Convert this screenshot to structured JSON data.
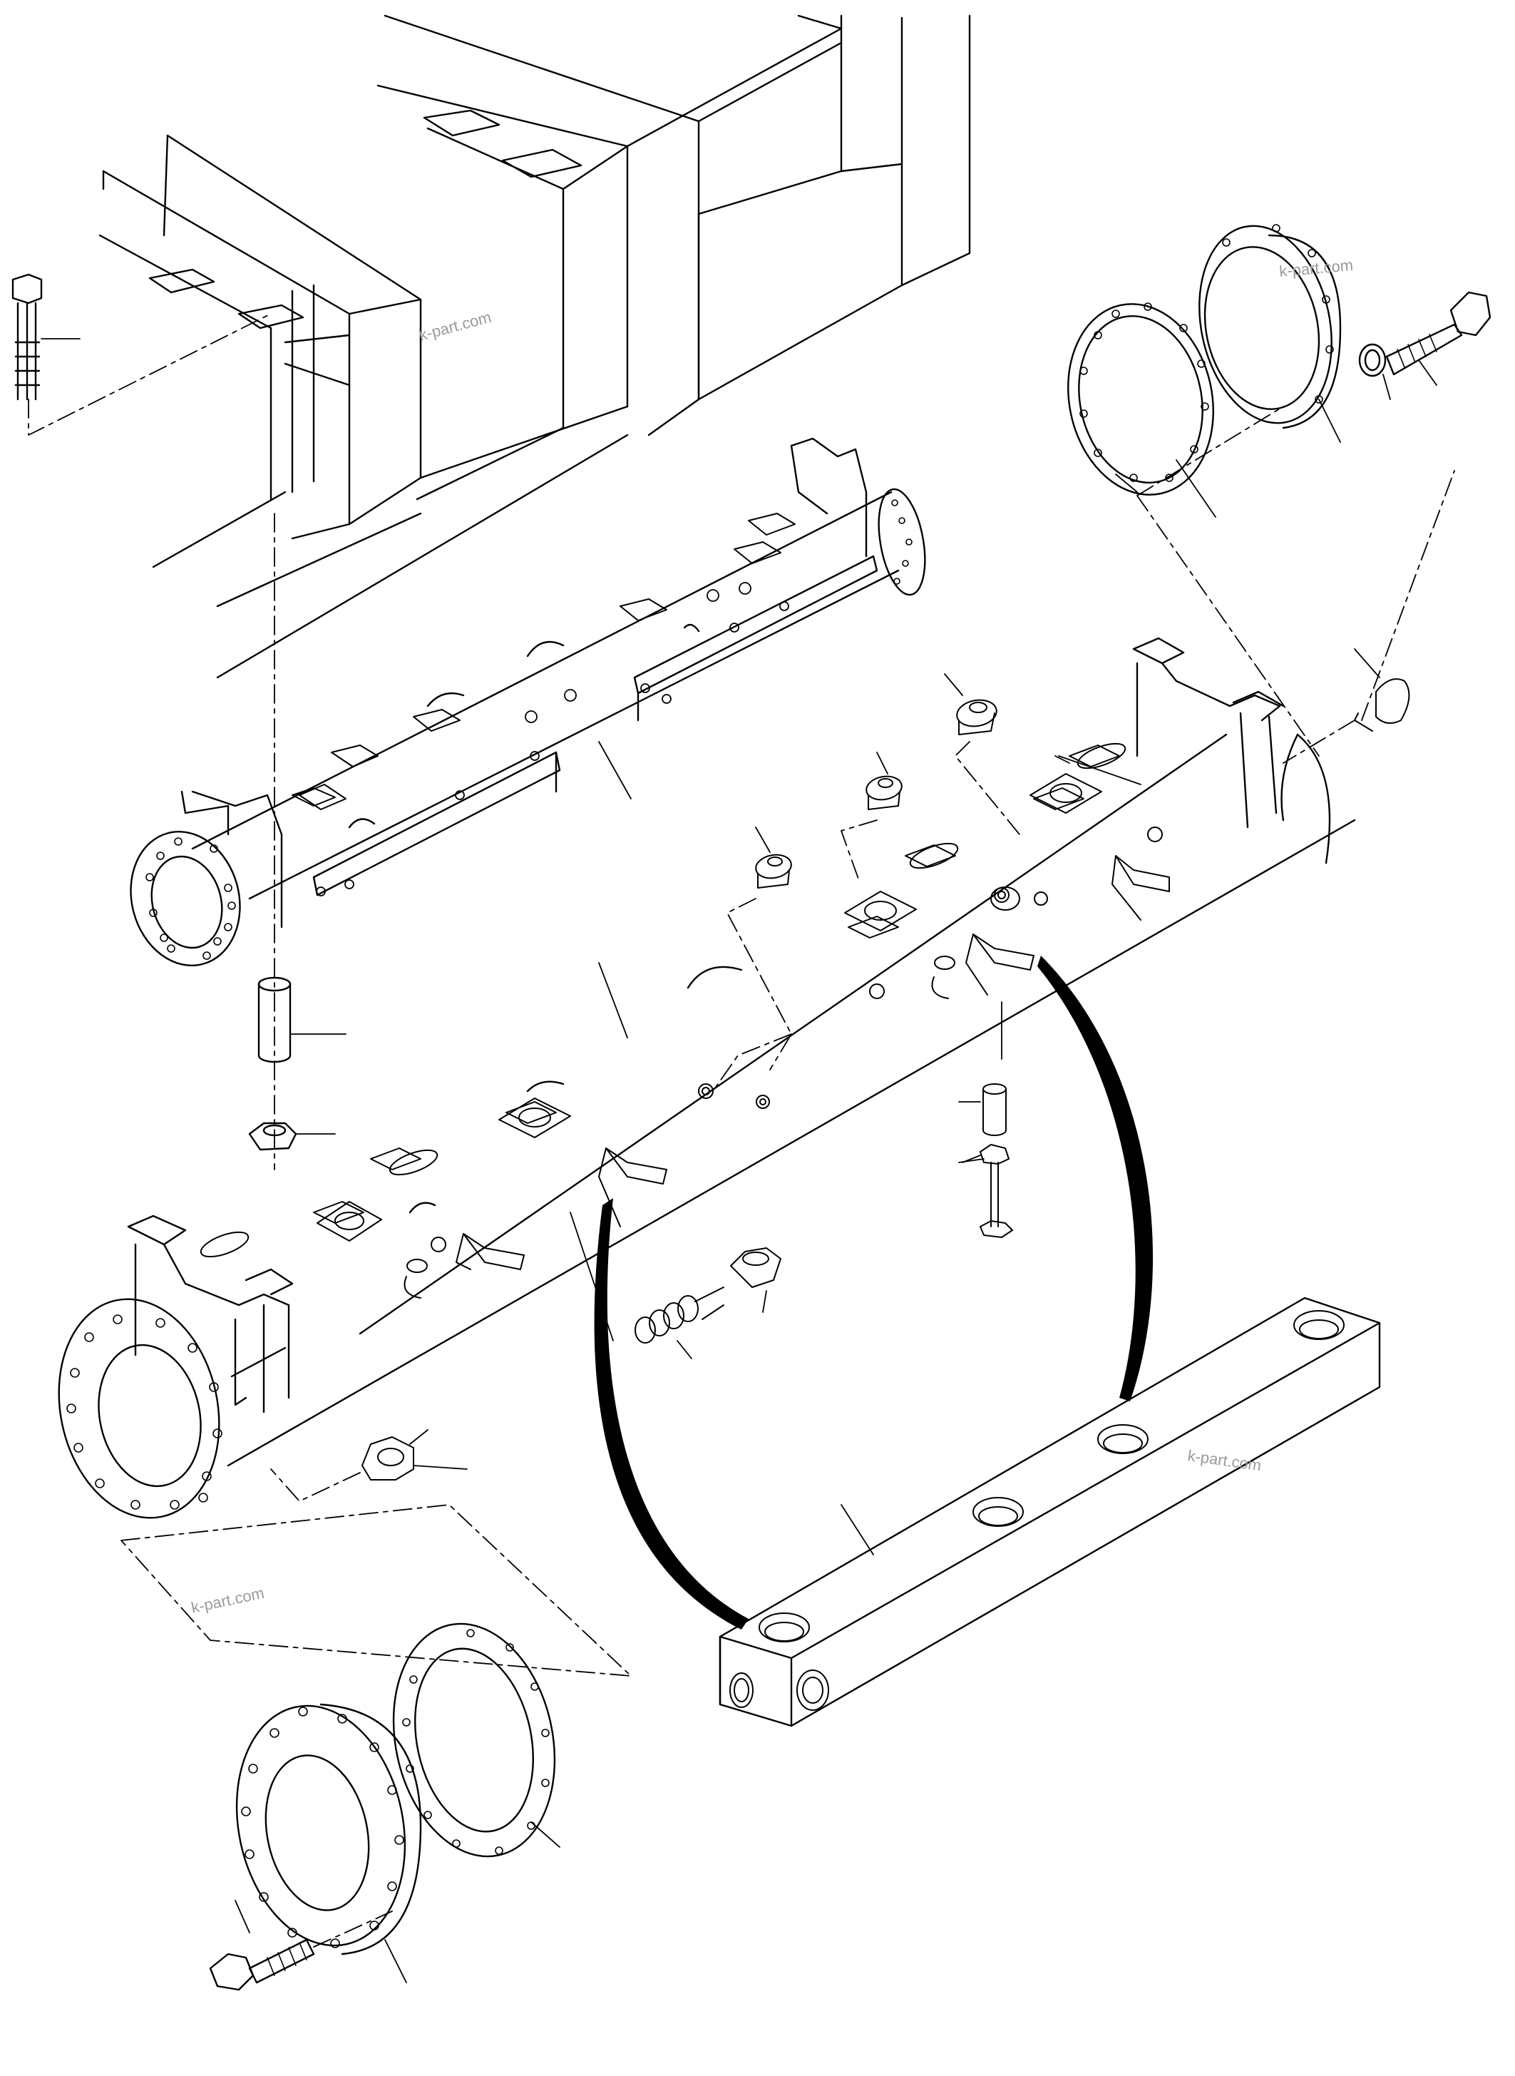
{
  "diagram": {
    "kind": "exploded parts drawing",
    "line_color": "#000000",
    "background": "#ffffff",
    "watermarks": [
      {
        "id": "wm-1",
        "text": "k-part.com"
      },
      {
        "id": "wm-2",
        "text": "k-part.com"
      },
      {
        "id": "wm-3",
        "text": "k-part.com"
      },
      {
        "id": "wm-4",
        "text": "k-part.com"
      }
    ]
  }
}
